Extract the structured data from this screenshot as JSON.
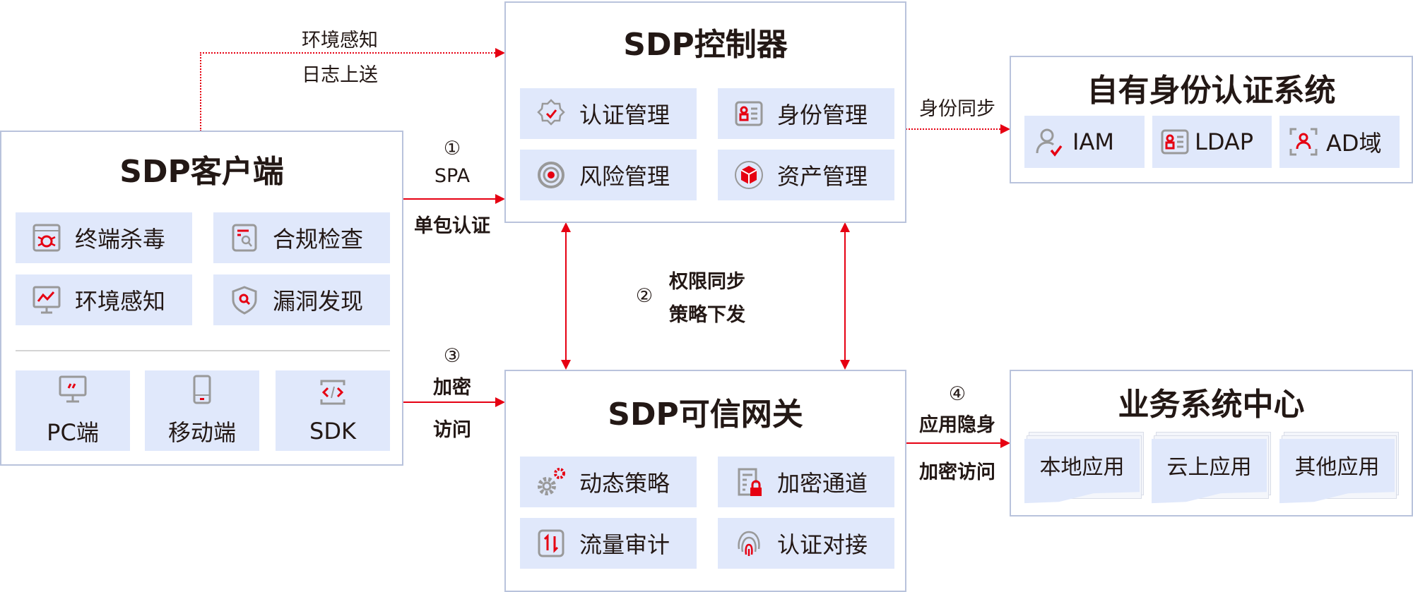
{
  "client": {
    "title": "SDP客户端",
    "features": [
      {
        "label": "终端杀毒",
        "icon": "antivirus-icon"
      },
      {
        "label": "合规检查",
        "icon": "compliance-check-icon"
      },
      {
        "label": "环境感知",
        "icon": "monitor-chart-icon"
      },
      {
        "label": "漏洞发现",
        "icon": "shield-search-icon"
      }
    ],
    "platforms": [
      {
        "label": "PC端",
        "icon": "pc-icon"
      },
      {
        "label": "移动端",
        "icon": "mobile-icon"
      },
      {
        "label": "SDK",
        "icon": "code-icon"
      }
    ]
  },
  "controller": {
    "title": "SDP控制器",
    "items": [
      {
        "label": "认证管理",
        "icon": "certificate-check-icon"
      },
      {
        "label": "身份管理",
        "icon": "id-card-icon"
      },
      {
        "label": "风险管理",
        "icon": "target-icon"
      },
      {
        "label": "资产管理",
        "icon": "asset-box-icon"
      }
    ]
  },
  "identity": {
    "title": "自有身份认证系统",
    "items": [
      {
        "label": "IAM",
        "icon": "user-check-icon"
      },
      {
        "label": "LDAP",
        "icon": "id-card-icon"
      },
      {
        "label": "AD域",
        "icon": "user-scan-icon"
      }
    ]
  },
  "gateway": {
    "title": "SDP可信网关",
    "items": [
      {
        "label": "动态策略",
        "icon": "gears-icon"
      },
      {
        "label": "加密通道",
        "icon": "document-lock-icon"
      },
      {
        "label": "流量审计",
        "icon": "traffic-icon"
      },
      {
        "label": "认证对接",
        "icon": "fingerprint-icon"
      }
    ]
  },
  "business": {
    "title": "业务系统中心",
    "items": [
      "本地应用",
      "云上应用",
      "其他应用"
    ]
  },
  "flows": {
    "env": {
      "line1": "环境感知",
      "line2": "日志上送"
    },
    "spa": {
      "num": "①",
      "line1": "SPA",
      "line2": "单包认证"
    },
    "policy": {
      "num": "②",
      "line1": "权限同步",
      "line2": "策略下发"
    },
    "access": {
      "num": "③",
      "line1": "加密",
      "line2": "访问"
    },
    "idsync": {
      "line1": "身份同步"
    },
    "hide": {
      "num": "④",
      "line1": "应用隐身",
      "line2": "加密访问"
    }
  },
  "colors": {
    "accent": "#e60012",
    "tile": "#e0e8fb",
    "border": "#b9c3dc"
  }
}
